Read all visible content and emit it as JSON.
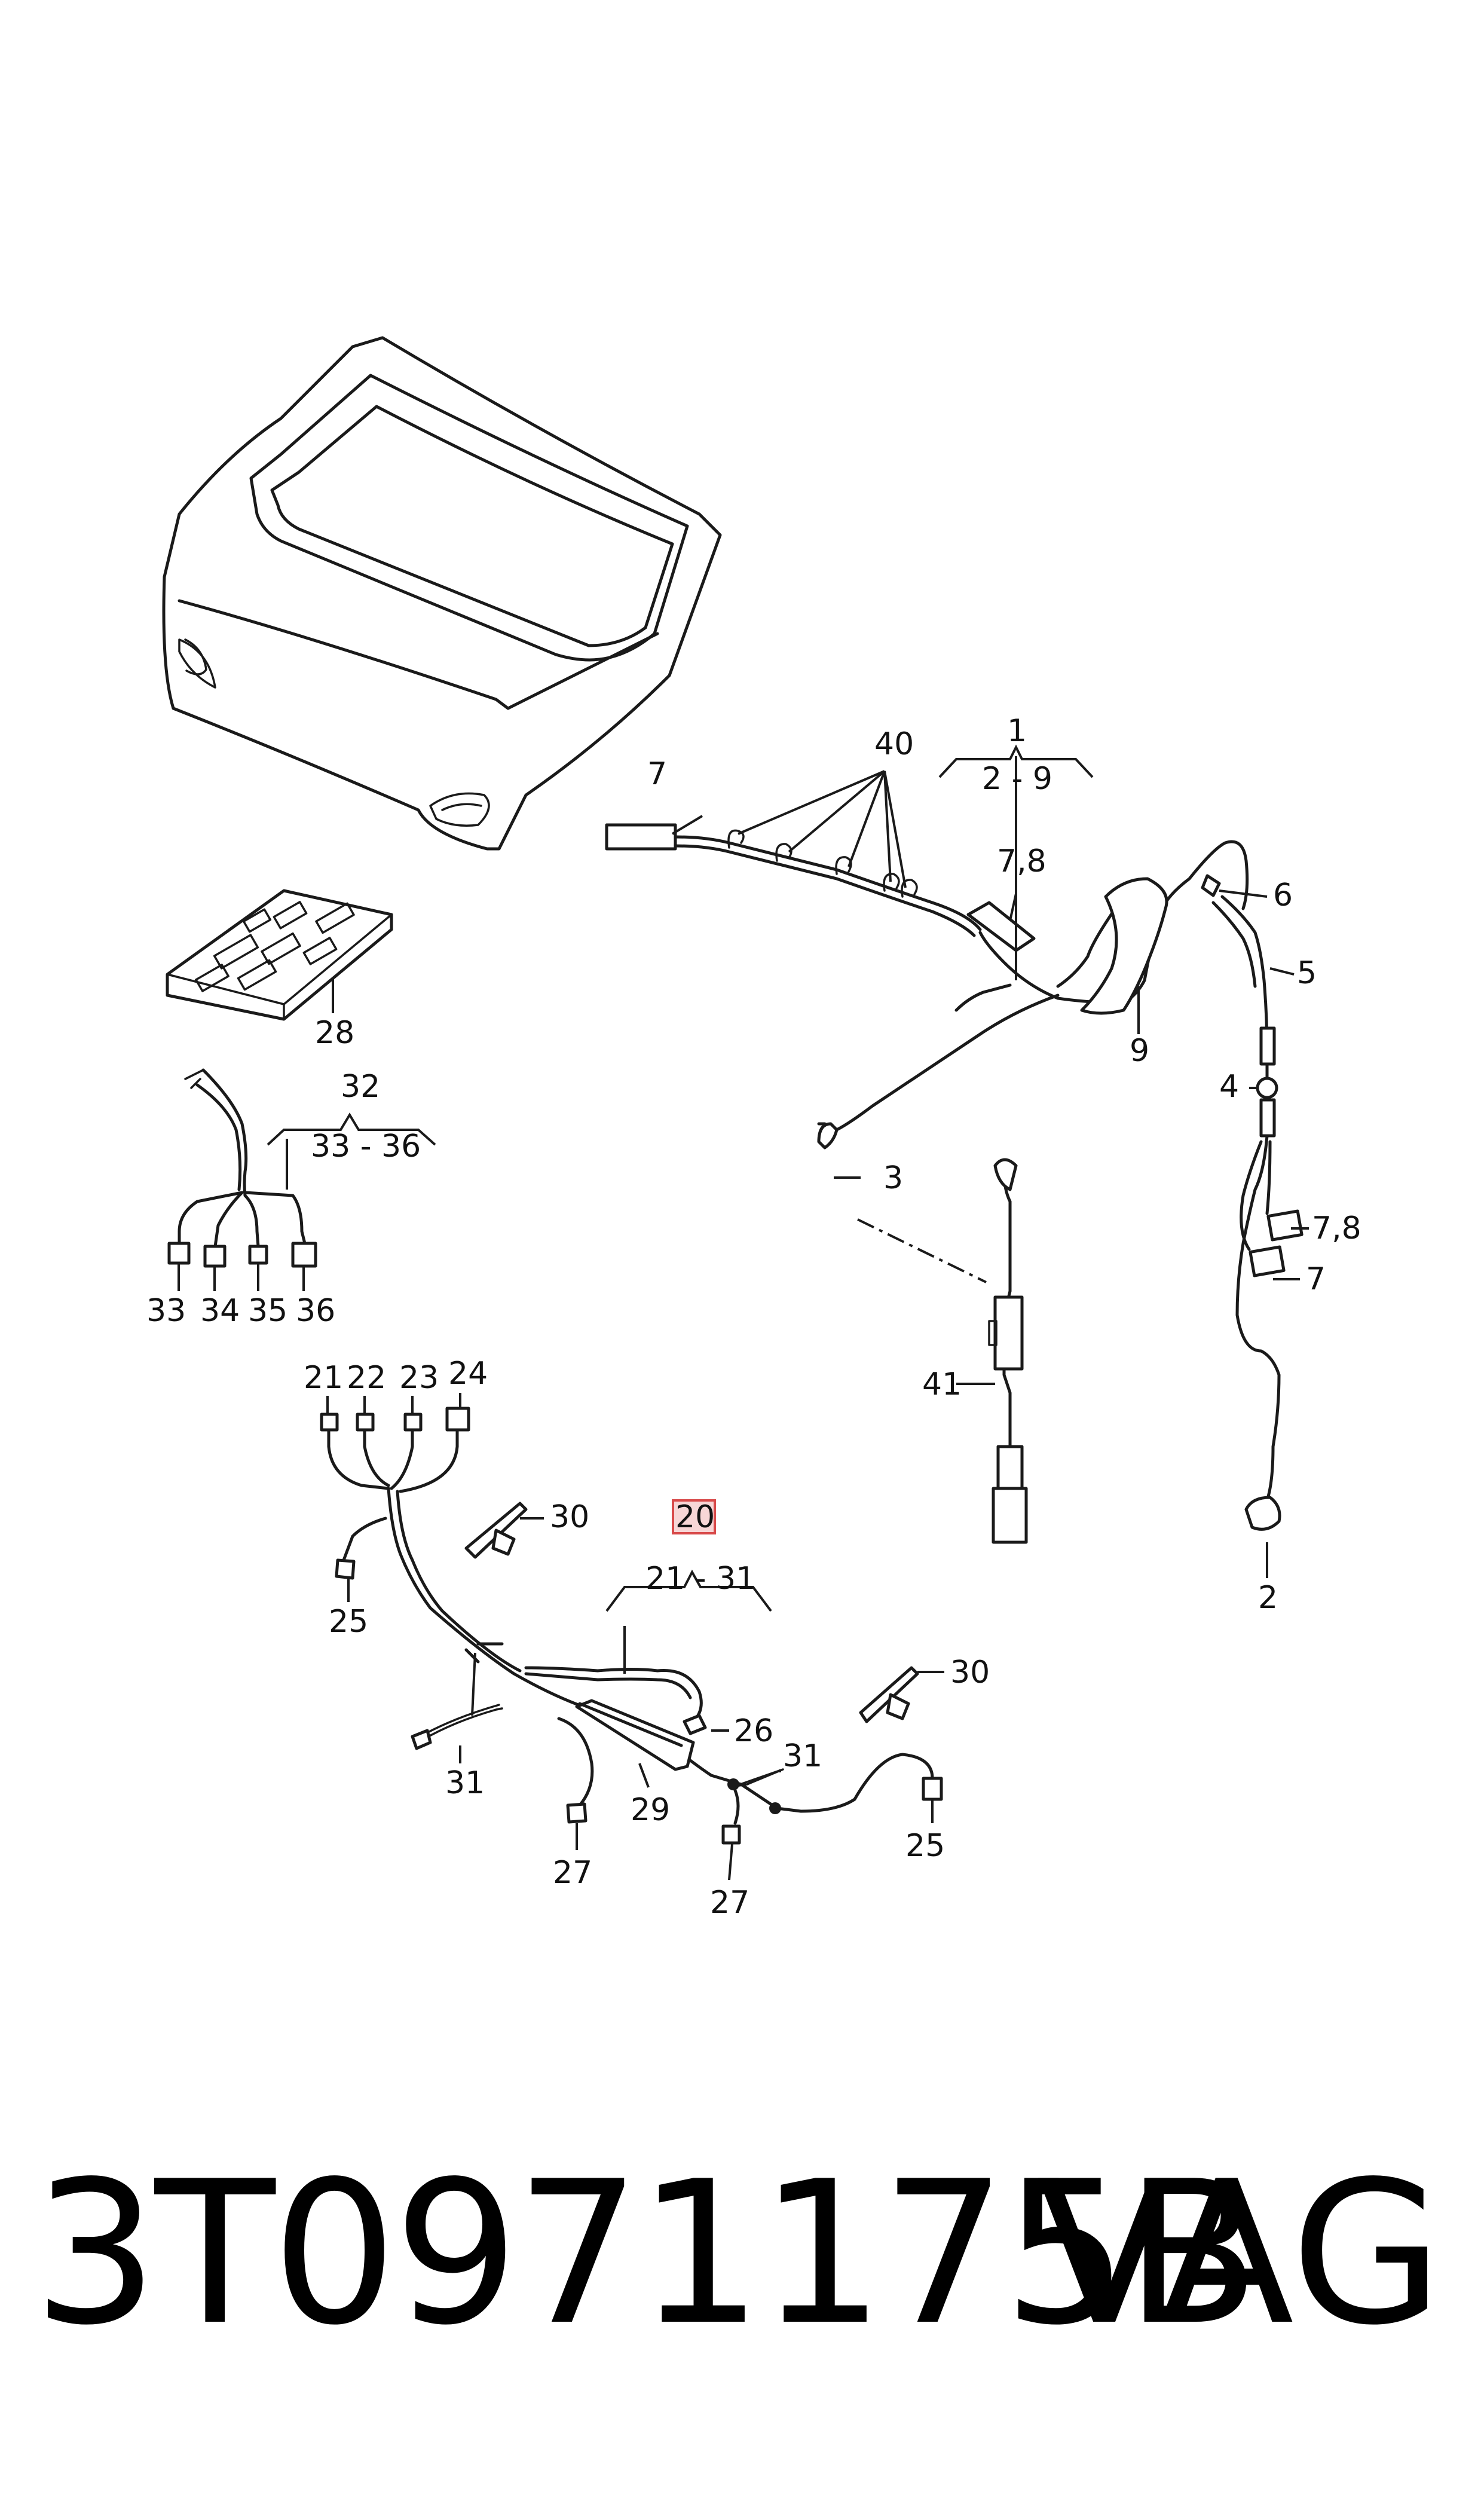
{
  "footer": {
    "part_number": "3T0971175B",
    "brand": "VAG"
  },
  "labels": {
    "l1": "1",
    "l2_9": "2 - 9",
    "l40": "40",
    "l7a": "7",
    "l78a": "7,8",
    "l6": "6",
    "l5": "5",
    "l9": "9",
    "l4": "4",
    "l78b": "7,8",
    "l7b": "7",
    "l2": "2",
    "l3": "3",
    "l41": "41",
    "l28": "28",
    "l32": "32",
    "l33_36": "33 - 36",
    "l33": "33",
    "l34": "34",
    "l35": "35",
    "l36": "36",
    "l21": "21",
    "l22": "22",
    "l23": "23",
    "l24": "24",
    "l30a": "30",
    "l20": "20",
    "l21_31": "21 - 31",
    "l25a": "25",
    "l26": "26",
    "l31a": "31",
    "l31b": "31",
    "l29": "29",
    "l27a": "27",
    "l27b": "27",
    "l25b": "25",
    "l30b": "30"
  },
  "highlight_color": "#f7d6d6"
}
